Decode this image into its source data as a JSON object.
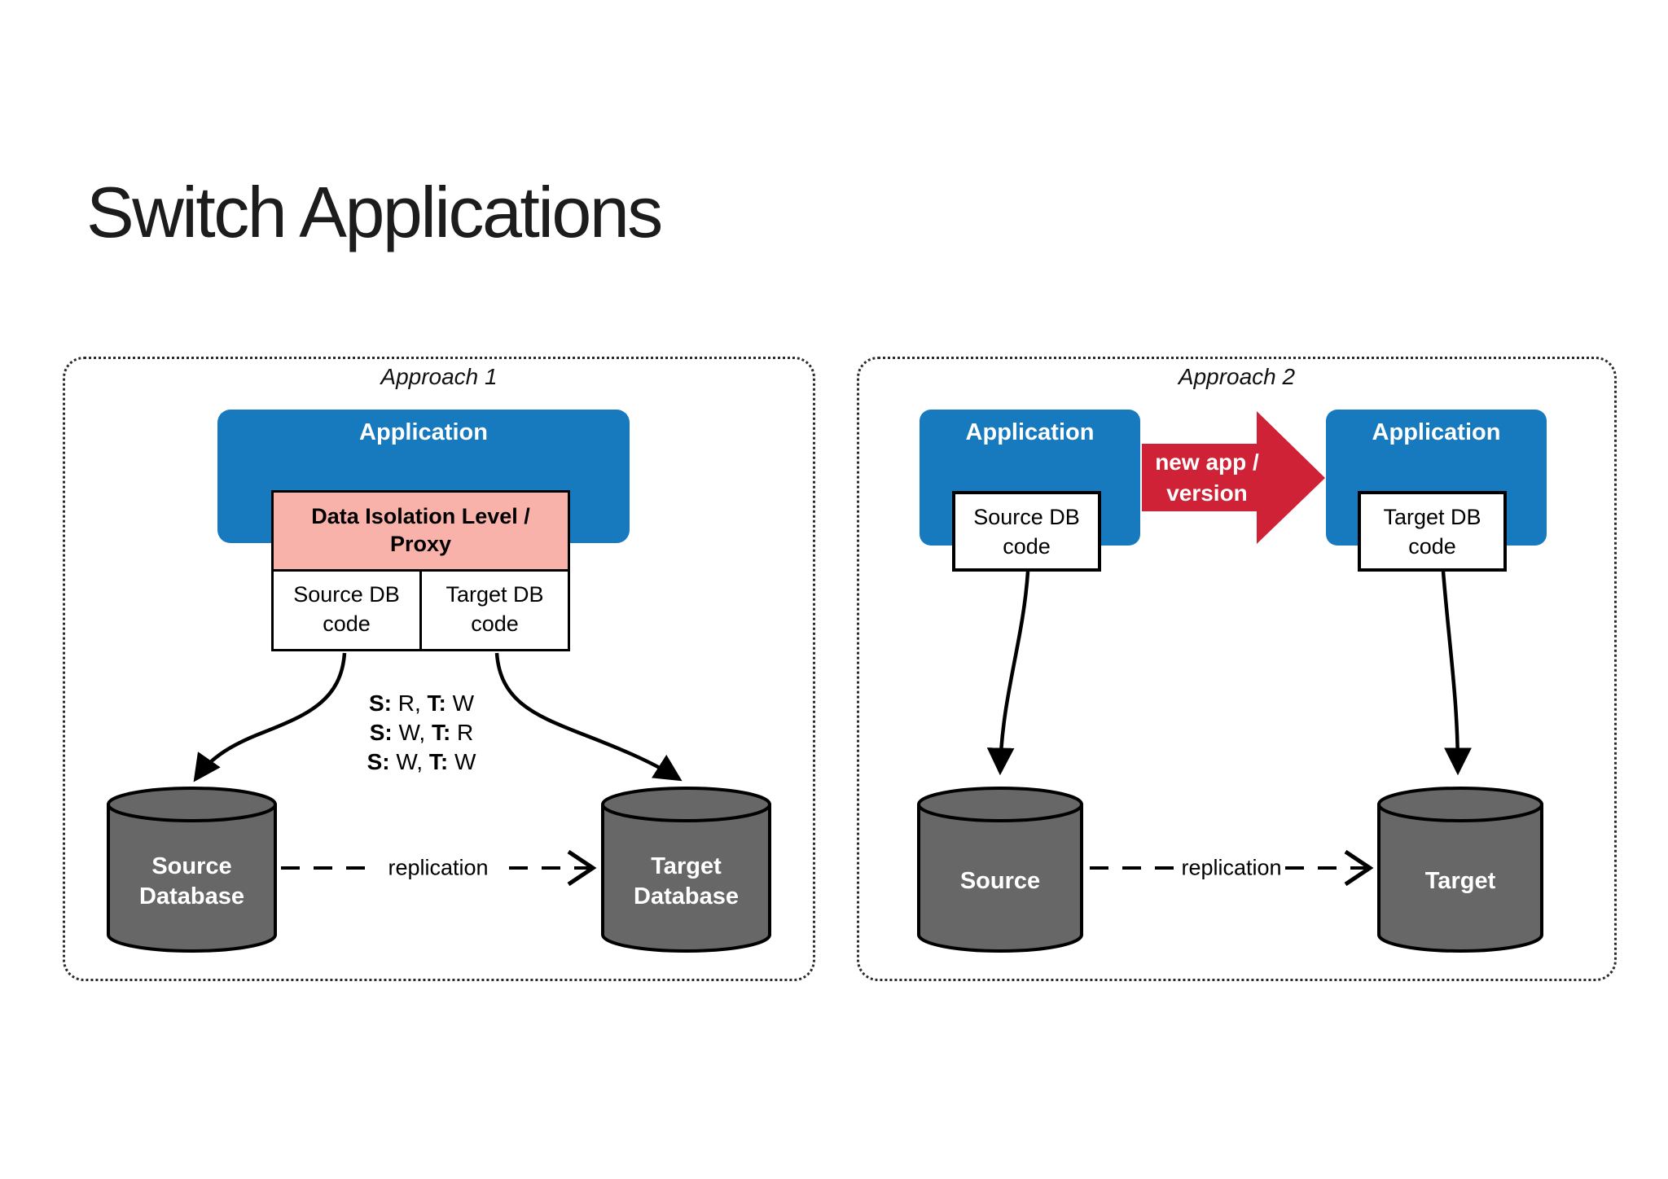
{
  "slide": {
    "title": "Switch Applications"
  },
  "colors": {
    "blue": "#1779BE",
    "red": "#CF2237",
    "pink": "#F9B2AA",
    "gray": "#676767"
  },
  "approach1": {
    "label": "Approach 1",
    "application_label": "Application",
    "isolation_lines": [
      "Data Isolation Level /",
      "Proxy"
    ],
    "source_cell_lines": [
      "Source DB",
      "code"
    ],
    "target_cell_lines": [
      "Target DB",
      "code"
    ],
    "st_lines": [
      [
        {
          "b": "S:"
        },
        {
          "t": " R, "
        },
        {
          "b": "T:"
        },
        {
          "t": " W"
        }
      ],
      [
        {
          "b": "S:"
        },
        {
          "t": " W, "
        },
        {
          "b": "T:"
        },
        {
          "t": " R"
        }
      ],
      [
        {
          "b": "S:"
        },
        {
          "t": " W, "
        },
        {
          "b": "T:"
        },
        {
          "t": " W"
        }
      ]
    ],
    "source_cylinder_lines": [
      "Source",
      "Database"
    ],
    "target_cylinder_lines": [
      "Target",
      "Database"
    ],
    "replication_label": "replication"
  },
  "approach2": {
    "label": "Approach 2",
    "left_application_label": "Application",
    "right_application_label": "Application",
    "source_box_lines": [
      "Source DB",
      "code"
    ],
    "target_box_lines": [
      "Target DB",
      "code"
    ],
    "arrow_lines": [
      "new app /",
      "version"
    ],
    "source_cylinder_label": "Source",
    "target_cylinder_label": "Target",
    "replication_label": "replication"
  }
}
